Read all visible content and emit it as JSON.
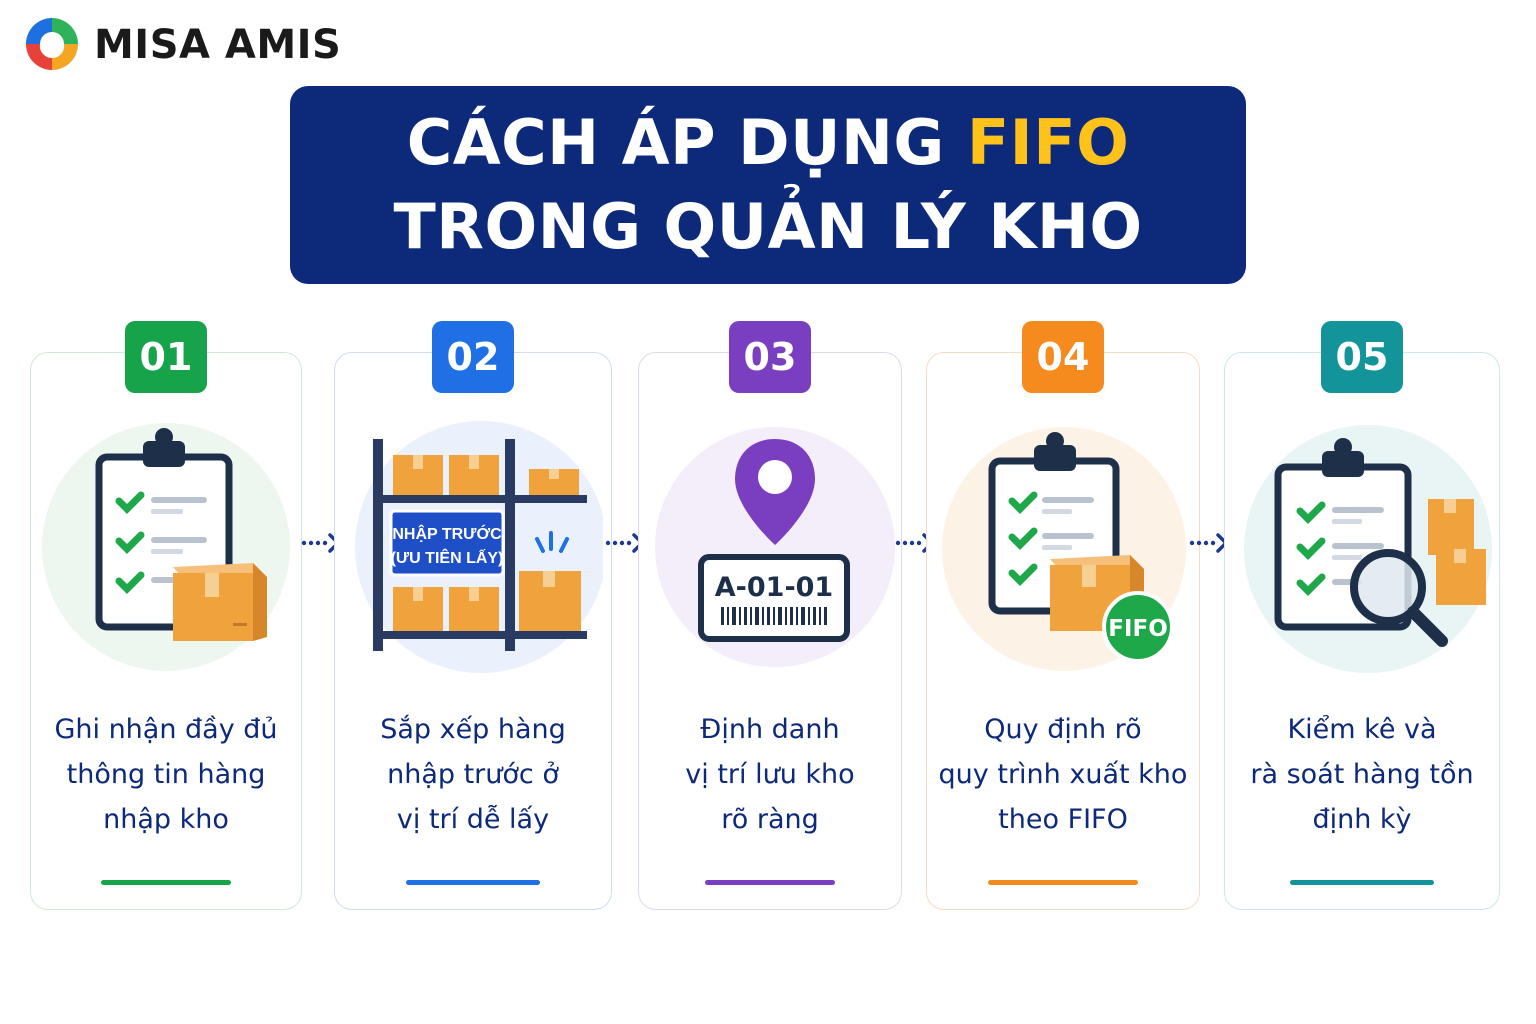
{
  "brand": {
    "name": "MISA AMIS"
  },
  "title": {
    "line1_prefix": "CÁCH ÁP DỤNG ",
    "line1_accent": "FIFO",
    "line2": "TRONG QUẢN LÝ KHO"
  },
  "colors": {
    "navy": "#0d2a7a",
    "accent_yellow": "#ffc21a",
    "box_orange": "#f0a23c"
  },
  "steps": [
    {
      "number": "01",
      "color": "#17a34a",
      "icon": "clipboard-box-icon",
      "lines": [
        "Ghi nhận đầy đủ",
        "thông tin hàng",
        "nhập kho"
      ]
    },
    {
      "number": "02",
      "color": "#1f6fe5",
      "icon": "warehouse-shelf-icon",
      "sign_line1": "NHẬP TRƯỚC",
      "sign_line2": "(ƯU TIÊN LẤY)",
      "lines": [
        "Sắp xếp hàng",
        "nhập trước ở",
        "vị trí dễ lấy"
      ]
    },
    {
      "number": "03",
      "color": "#7a3fc0",
      "icon": "location-pin-icon",
      "location_code": "A-01-01",
      "lines": [
        "Định danh",
        "vị trí lưu kho",
        "rõ ràng"
      ]
    },
    {
      "number": "04",
      "color": "#f58a1f",
      "icon": "clipboard-fifo-icon",
      "fifo_label": "FIFO",
      "lines": [
        "Quy định rõ",
        "quy trình xuất kho",
        "theo FIFO"
      ]
    },
    {
      "number": "05",
      "color": "#13939a",
      "icon": "inventory-check-icon",
      "lines": [
        "Kiểm kê và",
        "rà soát hàng tồn",
        "định kỳ"
      ]
    }
  ]
}
